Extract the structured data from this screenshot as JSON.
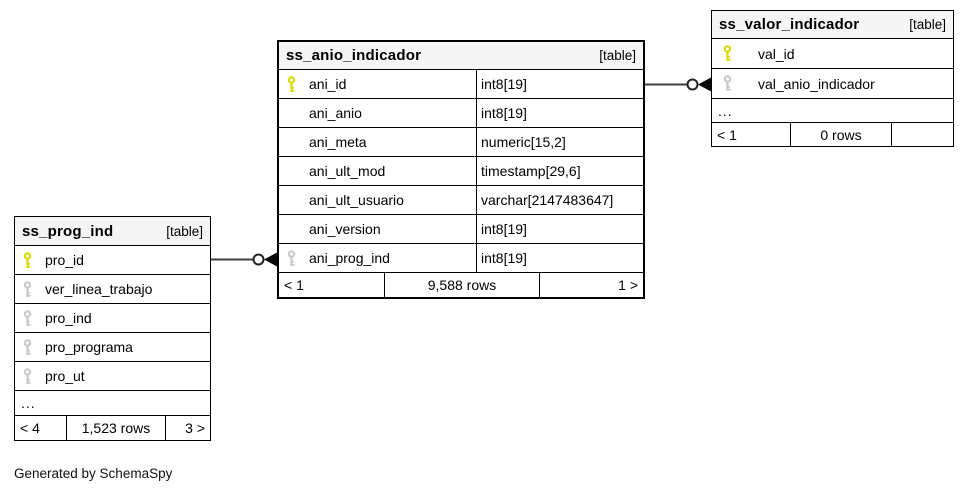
{
  "page": {
    "footer_note": "Generated by SchemaSpy"
  },
  "colors": {
    "header_bg": "#f5f5f5",
    "table_border": "#000000",
    "primary_key_icon": "#d9d900",
    "foreign_key_icon": "#c9c9c9",
    "connector": "#3d3d3d"
  },
  "tables": [
    {
      "name": "ss_anio_indicador",
      "badge": "[table]",
      "emphasized": true,
      "columns": [
        {
          "name": "ani_id",
          "type": "int8[19]",
          "key": "primary"
        },
        {
          "name": "ani_anio",
          "type": "int8[19]",
          "key": ""
        },
        {
          "name": "ani_meta",
          "type": "numeric[15,2]",
          "key": ""
        },
        {
          "name": "ani_ult_mod",
          "type": "timestamp[29,6]",
          "key": ""
        },
        {
          "name": "ani_ult_usuario",
          "type": "varchar[2147483647]",
          "key": ""
        },
        {
          "name": "ani_version",
          "type": "int8[19]",
          "key": ""
        },
        {
          "name": "ani_prog_ind",
          "type": "int8[19]",
          "key": "foreign"
        }
      ],
      "ellipsis": "",
      "footer": {
        "left": "< 1",
        "center": "9,588 rows",
        "right": "1 >"
      }
    },
    {
      "name": "ss_valor_indicador",
      "badge": "[table]",
      "emphasized": false,
      "columns": [
        {
          "name": "val_id",
          "type": "",
          "key": "primary"
        },
        {
          "name": "val_anio_indicador",
          "type": "",
          "key": "foreign"
        }
      ],
      "ellipsis": "...",
      "footer": {
        "left": "< 1",
        "center": "0 rows",
        "right": ""
      }
    },
    {
      "name": "ss_prog_ind",
      "badge": "[table]",
      "emphasized": false,
      "columns": [
        {
          "name": "pro_id",
          "type": "",
          "key": "primary"
        },
        {
          "name": "ver_linea_trabajo",
          "type": "",
          "key": "foreign"
        },
        {
          "name": "pro_ind",
          "type": "",
          "key": "foreign"
        },
        {
          "name": "pro_programa",
          "type": "",
          "key": "foreign"
        },
        {
          "name": "pro_ut",
          "type": "",
          "key": "foreign"
        }
      ],
      "ellipsis": "...",
      "footer": {
        "left": "< 4",
        "center": "1,523 rows",
        "right": "3 >"
      }
    }
  ],
  "relationships": [
    {
      "from_table": "ss_prog_ind",
      "from_column": "pro_id",
      "to_table": "ss_anio_indicador",
      "to_column": "ani_prog_ind",
      "end_symbol": "zero-or-many"
    },
    {
      "from_table": "ss_anio_indicador",
      "from_column": "ani_id",
      "to_table": "ss_valor_indicador",
      "to_column": "val_anio_indicador",
      "end_symbol": "zero-or-many"
    }
  ]
}
